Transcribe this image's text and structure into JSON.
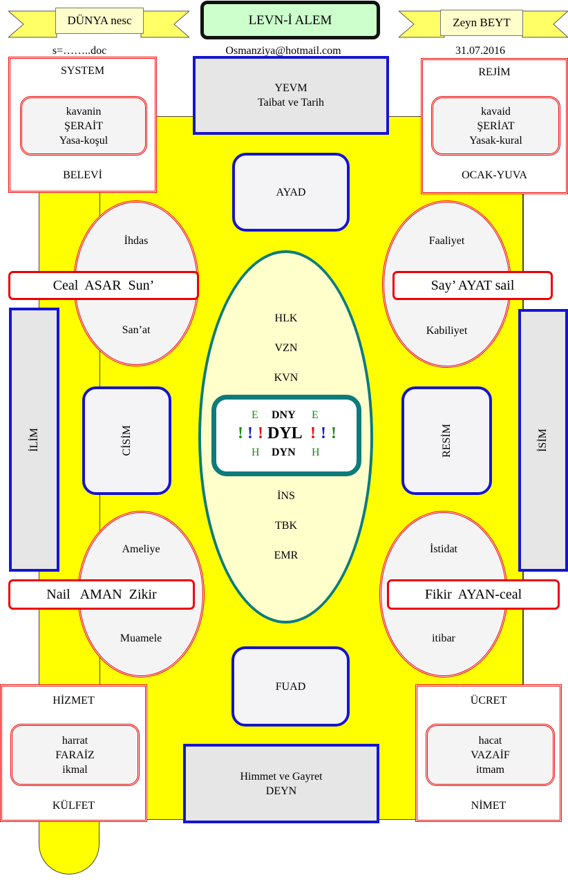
{
  "header": {
    "left_ribbon": "DÜNYA nesc",
    "title": "LEVN-İ ALEM",
    "right_ribbon": "Zeyn BEYT",
    "doc": "s=……..doc",
    "email": "Osmanziya@hotmail.com",
    "date": "31.07.2016"
  },
  "top_left_box": {
    "top": "SYSTEM",
    "inner": [
      "kavanin",
      "ŞERAİT",
      "Yasa-koşul"
    ],
    "bottom": "BELEVİ"
  },
  "top_right_box": {
    "top": "REJİM",
    "inner": [
      "kavaid",
      "ŞERİAT",
      "Yasak-kural"
    ],
    "bottom": "OCAK-YUVA"
  },
  "bottom_left_box": {
    "top": "HİZMET",
    "inner": [
      "harrat",
      "FARAİZ",
      "ikmal"
    ],
    "bottom": "KÜLFET"
  },
  "bottom_right_box": {
    "top": "ÜCRET",
    "inner": [
      "hacat",
      "VAZAİF",
      "itmam"
    ],
    "bottom": "NİMET"
  },
  "yevm": {
    "line1": "YEVM",
    "line2": "Taibat ve Tarih"
  },
  "ayad": "AYAD",
  "fuad": "FUAD",
  "deyn": {
    "line1": "Himmet ve Gayret",
    "line2": "DEYN"
  },
  "ellipses": {
    "top_left": {
      "top": "İhdas",
      "bottom": "San’at",
      "bar": "Ceal  ASAR  Sun’"
    },
    "top_right": {
      "top": "Faaliyet",
      "bottom": "Kabiliyet",
      "bar": "Say’ AYAT sail"
    },
    "bottom_left": {
      "top": "Ameliye",
      "bottom": "Muamele",
      "bar": "Nail   AMAN  Zikir"
    },
    "bottom_right": {
      "top": "İstidat",
      "bottom": "itibar",
      "bar": "Fikir  AYAN-ceal"
    }
  },
  "side": {
    "ilim": "İLİM",
    "cisim": "CİSİM",
    "resim": "RESİM",
    "isim": "İSİM"
  },
  "center": {
    "upper": [
      "HLK",
      "VZN",
      "KVN"
    ],
    "lower": [
      "İNS",
      "TBK",
      "EMR"
    ],
    "core": {
      "e": "E",
      "dny": "DNY",
      "dyl": "DYL",
      "h": "H",
      "dyn": "DYN",
      "mark": "!"
    }
  },
  "colors": {
    "yellow": "#ffff00",
    "red": "#e00000",
    "blue": "#1515d0",
    "teal": "#0e7b7b",
    "green": "#1a8a1a"
  }
}
